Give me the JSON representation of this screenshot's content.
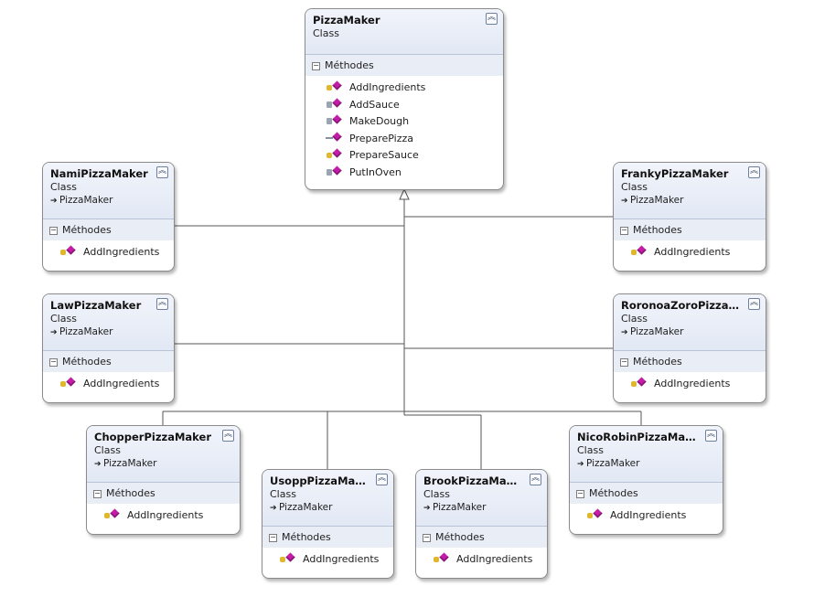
{
  "diagram": {
    "base": {
      "name": "PizzaMaker",
      "kind": "Class",
      "section": "Méthodes",
      "methods": [
        {
          "name": "AddIngredients",
          "icon": "protected-method-icon"
        },
        {
          "name": "AddSauce",
          "icon": "private-method-icon"
        },
        {
          "name": "MakeDough",
          "icon": "private-method-icon"
        },
        {
          "name": "PreparePizza",
          "icon": "public-method-icon"
        },
        {
          "name": "PrepareSauce",
          "icon": "protected-method-icon"
        },
        {
          "name": "PutInOven",
          "icon": "private-method-icon"
        }
      ]
    },
    "subclasses": [
      {
        "name": "NamiPizzaMaker",
        "kind": "Class",
        "base": "PizzaMaker",
        "section": "Méthodes",
        "method": "AddIngredients"
      },
      {
        "name": "LawPizzaMaker",
        "kind": "Class",
        "base": "PizzaMaker",
        "section": "Méthodes",
        "method": "AddIngredients"
      },
      {
        "name": "FrankyPizzaMaker",
        "kind": "Class",
        "base": "PizzaMaker",
        "section": "Méthodes",
        "method": "AddIngredients"
      },
      {
        "name": "RoronoaZoroPizzaM...",
        "kind": "Class",
        "base": "PizzaMaker",
        "section": "Méthodes",
        "method": "AddIngredients"
      },
      {
        "name": "ChopperPizzaMaker",
        "kind": "Class",
        "base": "PizzaMaker",
        "section": "Méthodes",
        "method": "AddIngredients"
      },
      {
        "name": "UsoppPizzaMaker",
        "kind": "Class",
        "base": "PizzaMaker",
        "section": "Méthodes",
        "method": "AddIngredients"
      },
      {
        "name": "BrookPizzaMaker",
        "kind": "Class",
        "base": "PizzaMaker",
        "section": "Méthodes",
        "method": "AddIngredients"
      },
      {
        "name": "NicoRobinPizzaMaker",
        "kind": "Class",
        "base": "PizzaMaker",
        "section": "Méthodes",
        "method": "AddIngredients"
      }
    ]
  }
}
